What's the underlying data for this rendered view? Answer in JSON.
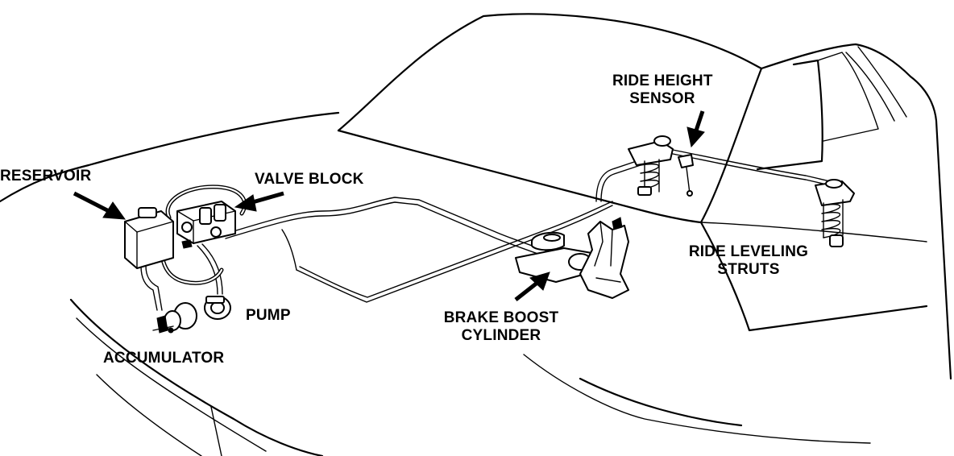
{
  "labels": {
    "reservoir": "RESERVOIR",
    "valve_block": "VALVE BLOCK",
    "pump": "PUMP",
    "accumulator": "ACCUMULATOR",
    "brake_boost_line1": "BRAKE BOOST",
    "brake_boost_line2": "CYLINDER",
    "ride_height_line1": "RIDE HEIGHT",
    "ride_height_line2": "SENSOR",
    "ride_leveling_line1": "RIDE LEVELING",
    "ride_leveling_line2": "STRUTS"
  },
  "colors": {
    "ink": "#000000",
    "paper": "#ffffff"
  }
}
